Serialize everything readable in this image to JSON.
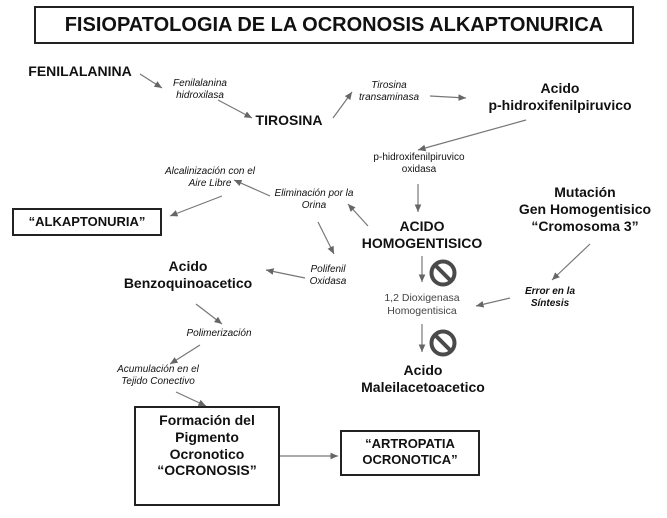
{
  "title": "FISIOPATOLOGIA DE LA OCRONOSIS ALKAPTONURICA",
  "nodes": {
    "fenilalanina": "FENILALANINA",
    "fenilalanina_hidroxilasa": "Fenilalanina\nhidroxilasa",
    "tirosina": "TIROSINA",
    "tirosina_transaminasa": "Tirosina\ntransaminasa",
    "acido_hidroxifenilpiruvico": "Acido\np-hidroxifenilpiruvico",
    "hidroxifenilpiruvico_oxidasa": "p-hidroxifenilpiruvico\noxidasa",
    "acido_homogentisico": "ACIDO\nHOMOGENTISICO",
    "mutacion": "Mutación\nGen Homogentisico\n“Cromosoma 3”",
    "error_sintesis": "Error en la\nSíntesis",
    "dioxigenasa": "1,2 Dioxigenasa\nHomogentisica",
    "acido_maleilacetoacetico": "Acido\nMaleilacetoacetico",
    "eliminacion_orina": "Eliminación por la\nOrina",
    "alcalinizacion": "Alcalinización con el\nAire Libre",
    "alkaptonuria": "“ALKAPTONURIA”",
    "polifenil_oxidasa": "Polifenil\nOxidasa",
    "acido_benzoquinoacetico": "Acido\nBenzoquinoacetico",
    "polimerizacion": "Polimerización",
    "acumulacion": "Acumulación en el\nTejido Conectivo",
    "formacion_pigmento": "Formación del\nPigmento\nOcronotico\n“OCRONOSIS”",
    "artropatia": "“ARTROPATIA\nOCRONOTICA”"
  },
  "icons": [
    "prohibited-icon",
    "prohibited-icon"
  ]
}
